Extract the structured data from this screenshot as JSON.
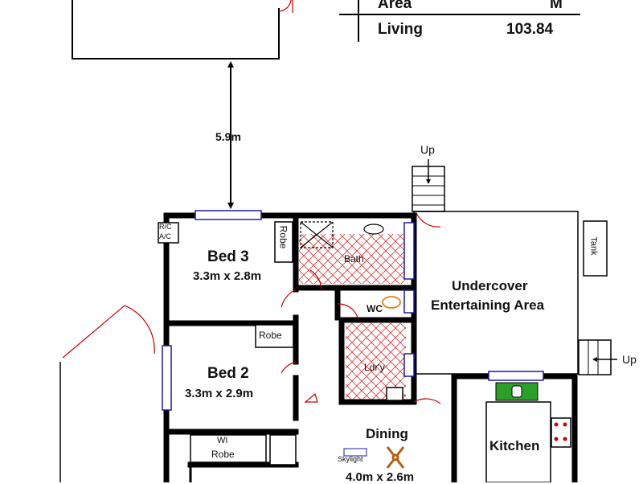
{
  "area_table": {
    "header_left": "Area",
    "header_right": "M",
    "row_label": "Living",
    "row_value": "103.84"
  },
  "setback_label": "5.9m",
  "steps": {
    "top": "Up",
    "right": "Up"
  },
  "tank_label": "Tank",
  "rooms": {
    "bed3": {
      "name": "Bed 3",
      "size": "3.3m x 2.8m"
    },
    "bed2": {
      "name": "Bed 2",
      "size": "3.3m x 2.9m"
    },
    "bath": "Bath",
    "wc": "WC",
    "laundry": "Ldr'y",
    "undercover": {
      "line1": "Undercover",
      "line2": "Entertaining Area"
    },
    "dining": {
      "name": "Dining",
      "size": "4.0m x 2.6m"
    },
    "kitchen": "Kitchen",
    "skylight": "Skylight",
    "robe_bed3": "Robe",
    "robe_bed2": "Robe",
    "wi": "WI",
    "wi_robe": "Robe",
    "rc_ac_line1": "R/C",
    "rc_ac_line2": "A/C"
  }
}
